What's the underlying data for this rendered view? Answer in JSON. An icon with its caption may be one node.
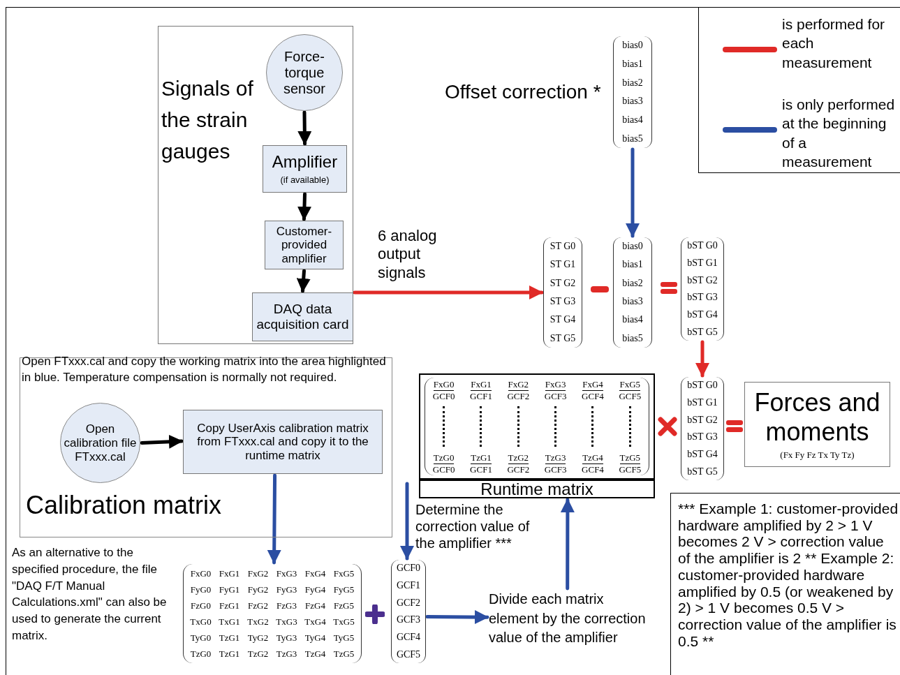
{
  "diagram": {
    "nodes": [
      {
        "text": [
          "Signals of the strain gauges"
        ]
      },
      {
        "text": [
          "Force-torque sensor"
        ],
        "in": 0
      },
      {
        "text": [
          "Amplifier",
          "(if available)"
        ],
        "in": 0
      },
      {
        "text": [
          "Customer-provided amplifier"
        ],
        "in": 0
      },
      {
        "text": [
          "DAQ data acquisition card"
        ],
        "in": 0
      },
      {
        "text": [
          "bias0",
          "bias1",
          "bias2",
          "bias3",
          "bias4",
          "bias5"
        ],
        "beside": [
          "Offset correction *"
        ]
      },
      {
        "text": [
          "ST G0",
          "ST G1",
          "ST G2",
          "ST G3",
          "ST G4",
          "ST G5"
        ]
      },
      {
        "text": [
          "bias0",
          "bias1",
          "bias2",
          "bias3",
          "bias4",
          "bias5"
        ]
      },
      {
        "text": [
          "bST G0",
          "bST G1",
          "bST G2",
          "bST G3",
          "bST G4",
          "bST G5"
        ]
      },
      {
        "text": [
          "bST G0",
          "bST G1",
          "bST G2",
          "bST G3",
          "bST G4",
          "bST G5"
        ]
      },
      {
        "text": [
          "Forces and moments",
          "(Fx Fy Fz Tx Ty Tz)"
        ]
      },
      {
        "text": [
          "FxG0",
          "GCF0",
          "FxG1",
          "GCF1",
          "FxG2",
          "GCF2",
          "FxG3",
          "GCF3",
          "FxG4",
          "GCF4",
          "FxG5",
          "GCF5",
          "TzG0",
          "GCF0",
          "TzG1",
          "GCF1",
          "TzG2",
          "GCF2",
          "TzG3",
          "GCF3",
          "TzG4",
          "GCF4",
          "TzG5",
          "GCF5"
        ]
      },
      {
        "text": [
          "Runtime matrix"
        ]
      },
      {
        "text": [
          "Open FTxxx.cal and copy the working matrix into the area highlighted in blue. Temperature compensation is normally not required.",
          "Calibration matrix"
        ]
      },
      {
        "text": [
          "Open calibration file FTxxx.cal"
        ],
        "in": 13
      },
      {
        "text": [
          "Copy UserAxis calibration matrix from FTxxx.cal and copy it to the runtime matrix"
        ],
        "in": 13
      },
      {
        "text": [
          "FxG0",
          "FxG1",
          "FxG2",
          "FxG3",
          "FxG4",
          "FxG5",
          "FyG0",
          "FyG1",
          "FyG2",
          "FyG3",
          "FyG4",
          "FyG5",
          "FzG0",
          "FzG1",
          "FzG2",
          "FzG3",
          "FzG4",
          "FzG5",
          "TxG0",
          "TxG1",
          "TxG2",
          "TxG3",
          "TxG4",
          "TxG5",
          "TyG0",
          "TzG1",
          "TyG2",
          "TyG3",
          "TyG4",
          "TyG5",
          "TzG0",
          "TzG1",
          "TzG2",
          "TzG3",
          "TzG4",
          "TzG5"
        ]
      },
      {
        "text": [
          "GCF0",
          "GCF1",
          "GCF2",
          "GCF3",
          "GCF4",
          "GCF5"
        ]
      },
      {
        "text": [
          "Divide each matrix element by the correction value of the amplifier"
        ]
      },
      {
        "text": [
          "*** Example 1: customer-provided hardware amplified by 2 > 1 V becomes 2 V > correction value of the amplifier is 2 ** Example 2: customer-provided hardware amplified by 0.5 (or weakened by 2) > 1 V becomes 0.5 V > correction value of the amplifier is 0.5 **"
        ]
      }
    ],
    "edges": [
      {
        "from": 1,
        "to": 2,
        "arrow": "to",
        "color": "#000000"
      },
      {
        "from": 2,
        "to": 3,
        "arrow": "to",
        "color": "#000000"
      },
      {
        "from": 3,
        "to": 4,
        "arrow": "to",
        "color": "#000000"
      },
      {
        "from": 4,
        "to": 6,
        "arrow": "to",
        "label": "6 analog output signals",
        "color": "#e02a27"
      },
      {
        "from": 5,
        "to": 7,
        "arrow": "to"
      },
      {
        "from": 8,
        "to": 9,
        "arrow": "to",
        "color": "#e02a27"
      },
      {
        "from": 14,
        "to": 15,
        "arrow": "to",
        "color": "#000000"
      },
      {
        "from": 15,
        "to": 16,
        "arrow": "to"
      },
      {
        "from": null,
        "to": 17,
        "arrow": "to",
        "label": "Determine the correction value of the amplifier ***"
      },
      {
        "from": 17,
        "to": 18,
        "arrow": "to"
      },
      {
        "from": 18,
        "to": 12,
        "arrow": "to"
      }
    ],
    "labels": [
      "As an alternative to the specified procedure, the file \"DAQ F/T Manual Calculations.xml\" can also be used to generate the current matrix."
    ],
    "legend": [
      {
        "text": "is performed for each measurement",
        "color": "#e02a27"
      },
      {
        "text": "is only performed at the beginning of a measurement",
        "color": "#2b4ea2"
      }
    ]
  }
}
